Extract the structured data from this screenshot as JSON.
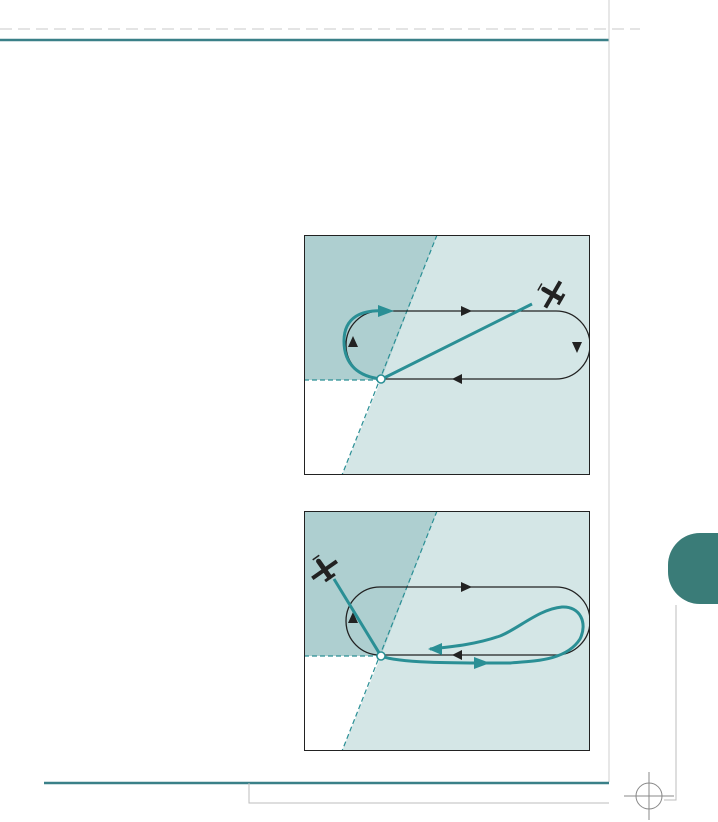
{
  "colors": {
    "accent": "#3a8088",
    "path": "#2a8f95",
    "zone_dark": "#aecfd0",
    "zone_light": "#d4e6e6",
    "ink": "#222222",
    "rule": "#bdbdbd"
  },
  "figures": [
    {
      "id": "direct-entry",
      "aircraft": "airplane-icon",
      "pattern": "holding-pattern-racetrack",
      "entry_path": "teal-flight-path"
    },
    {
      "id": "teardrop-entry",
      "aircraft": "airplane-icon",
      "pattern": "holding-pattern-racetrack",
      "entry_path": "teal-flight-path"
    }
  ],
  "page_tab": {
    "label": ""
  }
}
